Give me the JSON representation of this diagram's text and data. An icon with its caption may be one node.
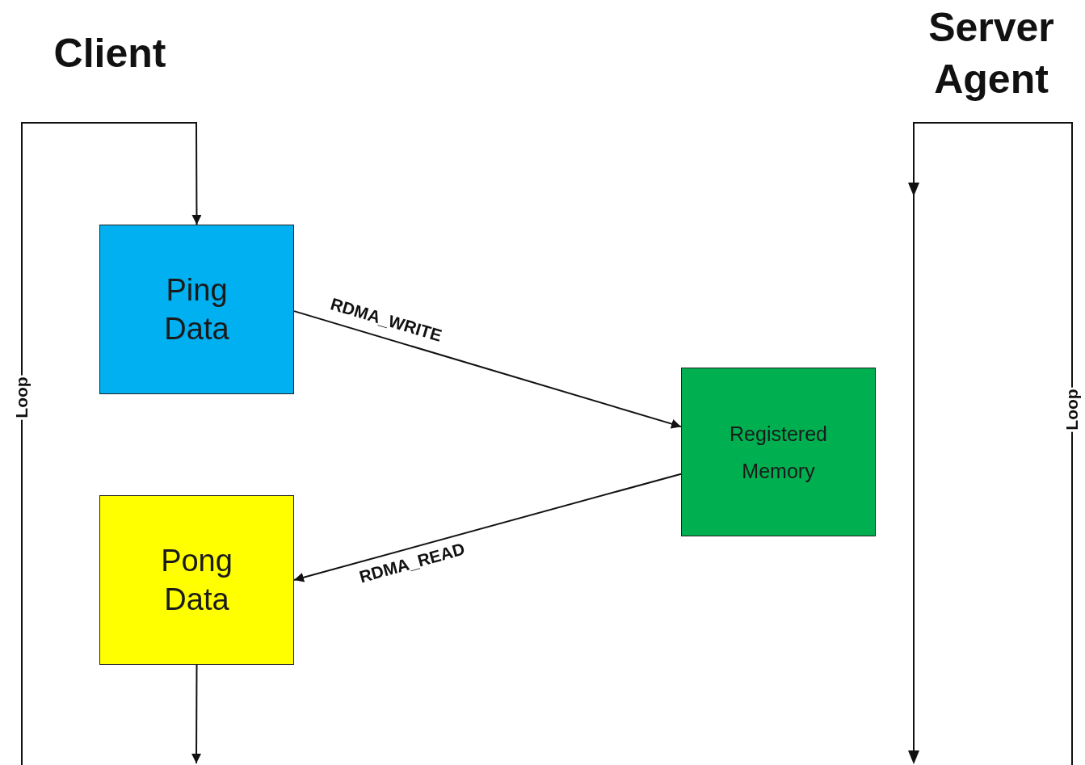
{
  "diagram": {
    "nodes": [
      {
        "text": [
          "Ping Data"
        ]
      },
      {
        "text": [
          "Registered Memory"
        ]
      },
      {
        "text": [
          "Pong Data"
        ]
      }
    ],
    "edges": [
      {
        "from": 0,
        "to": 1,
        "arrow": "to",
        "label": "RDMA_WRITE"
      },
      {
        "from": 1,
        "to": 2,
        "arrow": "to",
        "label": "RDMA_READ"
      },
      {
        "from": 2,
        "to": null,
        "arrow": "to"
      },
      {
        "from": null,
        "to": 0,
        "arrow": "to",
        "label": "Loop"
      }
    ],
    "labels": [
      "Client",
      "Server Agent",
      "Loop"
    ]
  }
}
